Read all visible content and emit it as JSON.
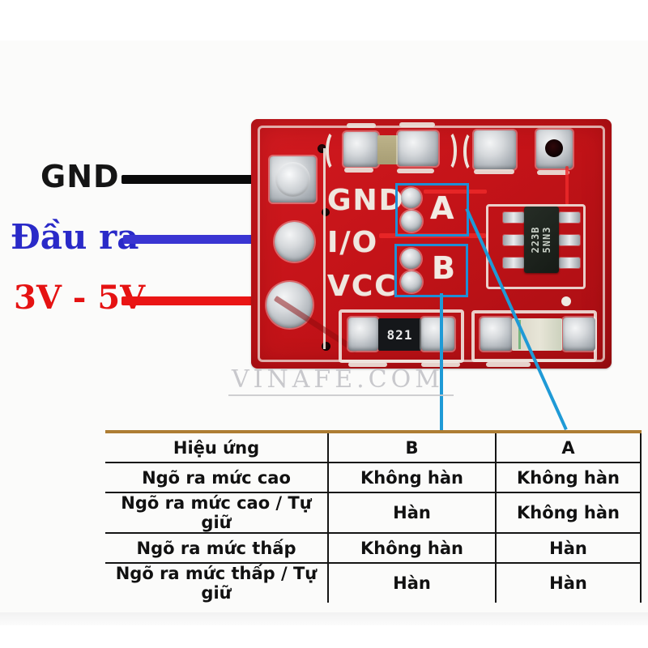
{
  "annotations": {
    "gnd": {
      "text": "GND",
      "color": "#151515",
      "wire_color": "#0a0a0a"
    },
    "output": {
      "text": "Đầu ra",
      "color": "#2a2ac8",
      "wire_color": "#3a35d2"
    },
    "power": {
      "text": "3V - 5V",
      "color": "#e51212",
      "wire_color": "#ea1515"
    }
  },
  "pcb": {
    "board_color": "#c41318",
    "silkscreen_color": "#efe7df",
    "pin_labels": [
      "GND",
      "I/O",
      "VCC"
    ],
    "jumpers": [
      {
        "label": "A"
      },
      {
        "label": "B"
      }
    ],
    "callout_color": "#1f9ad6",
    "ic_marking": [
      "223B",
      "5NN3"
    ],
    "resistor_marking": "821"
  },
  "watermark": {
    "text": "VINAFE.COM"
  },
  "table": {
    "top_border_color": "#ad7d33",
    "headers": [
      "Hiệu ứng",
      "B",
      "A"
    ],
    "rows": [
      {
        "cells": [
          "Ngõ ra mức cao",
          "Không hàn",
          "Không hàn"
        ]
      },
      {
        "cells": [
          "Ngõ ra mức cao / Tự giữ",
          "Hàn",
          "Không hàn"
        ]
      },
      {
        "cells": [
          "Ngõ ra mức thấp",
          "Không hàn",
          "Hàn"
        ]
      },
      {
        "cells": [
          "Ngõ ra mức thấp / Tự giữ",
          "Hàn",
          "Hàn"
        ]
      }
    ]
  }
}
